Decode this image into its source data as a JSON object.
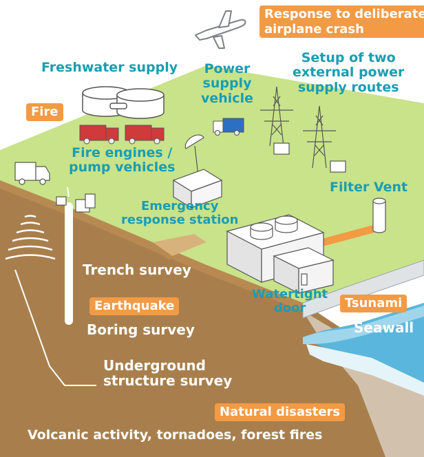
{
  "labels": {
    "airplane_tag": [
      "Response to deliberate",
      "airplane crash"
    ],
    "external_power": [
      "Setup of two",
      "external power",
      "supply routes"
    ],
    "freshwater": "Freshwater supply",
    "power_vehicle": [
      "Power",
      "supply",
      "vehicle"
    ],
    "fire_tag": "Fire",
    "fire_engines": [
      "Fire engines /",
      "pump vehicles"
    ],
    "filter_vent": "Filter Vent",
    "emergency_station": [
      "Emergency",
      "response station"
    ],
    "trench_survey": "Trench survey",
    "watertight_door": [
      "Watertight",
      "door"
    ],
    "tsunami_tag": "Tsunami",
    "seawall": "Seawall",
    "earthquake_tag": "Earthquake",
    "boring_survey": "Boring survey",
    "underground_survey": [
      "Underground",
      "structure survey"
    ],
    "natural_disasters_tag": "Natural disasters",
    "natural_disasters_list": "Volcanic activity, tornadoes, forest fires"
  },
  "colors": {
    "ground": "#a87f4c",
    "grass": "#c8e38a",
    "sea": "#5ab6dc",
    "tag": "#f39a44",
    "teal_text": "#1a9db2",
    "vehicle_red": "#cf3a3a",
    "vehicle_blue": "#2d6fc2",
    "pipe_orange": "#f39a44"
  },
  "icons": [
    "airplane-icon",
    "tower-icon",
    "truck-icon",
    "tank-icon",
    "antenna-icon",
    "vent-stack-icon",
    "building-icon"
  ]
}
